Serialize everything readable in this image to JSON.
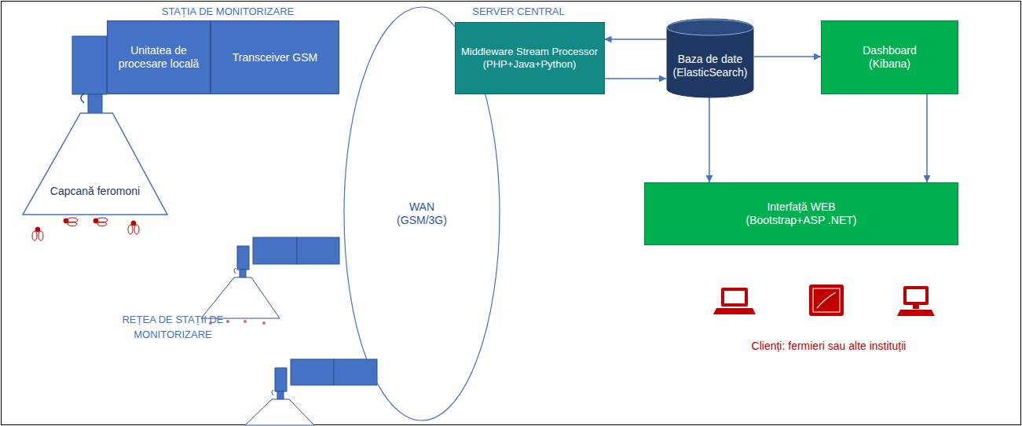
{
  "diagram": {
    "nodes": [
      {
        "text": [
          "Unitatea de procesare locală"
        ]
      },
      {
        "text": [
          "Transceiver GSM"
        ]
      },
      {
        "text": [
          "Capcană feromoni"
        ]
      },
      {
        "text": [
          "WAN",
          "(GSM/3G)"
        ]
      },
      {
        "text": [
          "Middleware Stream Processor",
          "(PHP+Java+Python)"
        ]
      },
      {
        "text": [
          "Baza de date",
          "(ElasticSearch)"
        ]
      },
      {
        "text": [
          "Dashboard",
          "(Kibana)"
        ]
      },
      {
        "text": [
          "Interfață WEB",
          "(Bootstrap+ASP .NET)"
        ]
      }
    ],
    "edges": [
      {
        "from": 5,
        "to": 4,
        "arrow": "to"
      },
      {
        "from": 4,
        "to": 5,
        "arrow": "to"
      },
      {
        "from": 5,
        "to": 6,
        "arrow": "to"
      },
      {
        "from": 5,
        "to": 7,
        "arrow": "to"
      },
      {
        "from": 6,
        "to": 7,
        "arrow": "to"
      }
    ],
    "labels": [
      "STAȚIA DE MONITORIZARE",
      "REȚEA DE STAȚII DE MONITORIZARE",
      "SERVER CENTRAL",
      "Clienți: fermieri sau alte instituții"
    ]
  }
}
